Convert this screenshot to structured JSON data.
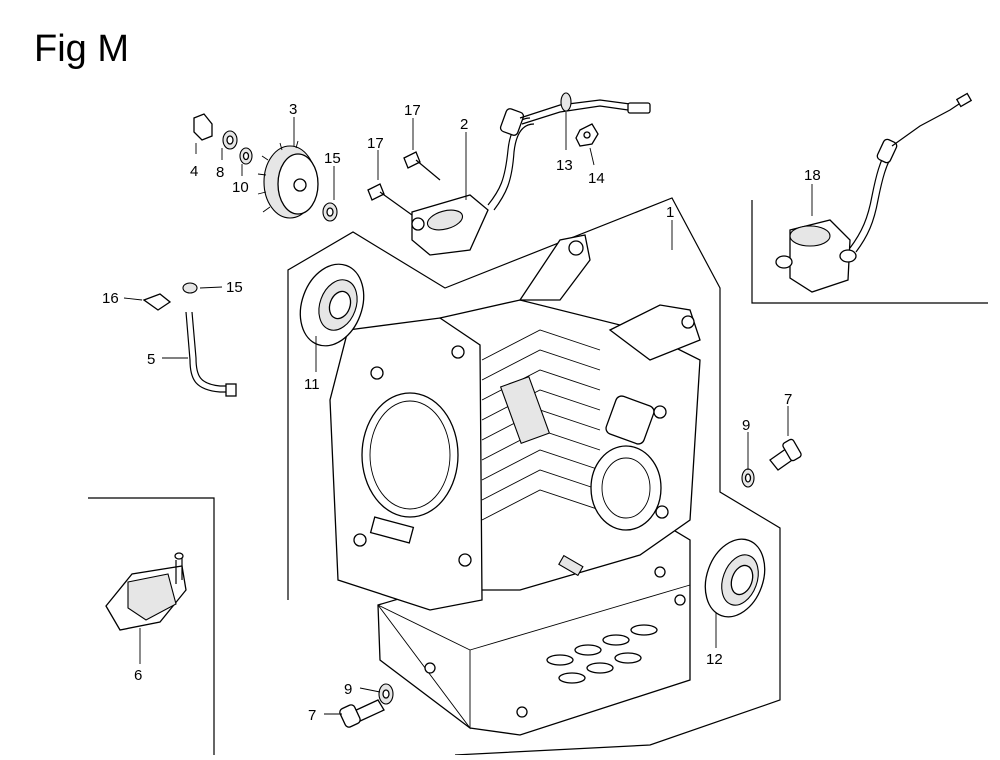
{
  "title": "Fig M",
  "callouts": {
    "c1": "1",
    "c2": "2",
    "c3": "3",
    "c4": "4",
    "c5": "5",
    "c6": "6",
    "c7a": "7",
    "c7b": "7",
    "c8": "8",
    "c9a": "9",
    "c9b": "9",
    "c10": "10",
    "c11": "11",
    "c12": "12",
    "c13": "13",
    "c14": "14",
    "c15a": "15",
    "c15b": "15",
    "c16": "16",
    "c17a": "17",
    "c17b": "17",
    "c18": "18"
  }
}
